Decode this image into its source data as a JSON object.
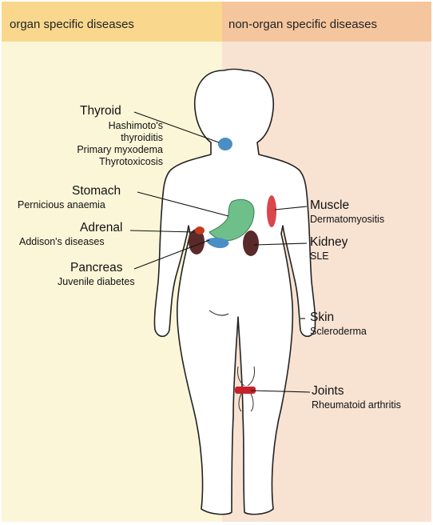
{
  "headers": {
    "left": "organ specific diseases",
    "right": "non-organ specific diseases"
  },
  "organs": {
    "thyroid": {
      "title": "Thyroid",
      "lines": [
        "Hashimoto's",
        "thyroiditis",
        "Primary myxodema",
        "Thyrotoxicosis"
      ]
    },
    "stomach": {
      "title": "Stomach",
      "lines": [
        "Pernicious anaemia"
      ]
    },
    "adrenal": {
      "title": "Adrenal",
      "lines": [
        "Addison's diseases"
      ]
    },
    "pancreas": {
      "title": "Pancreas",
      "lines": [
        "Juvenile diabetes"
      ]
    },
    "muscle": {
      "title": "Muscle",
      "lines": [
        "Dermatomyositis"
      ]
    },
    "kidney": {
      "title": "Kidney",
      "lines": [
        "SLE"
      ]
    },
    "skin": {
      "title": "Skin",
      "lines": [
        "Scleroderma"
      ]
    },
    "joints": {
      "title": "Joints",
      "lines": [
        "Rheumatoid arthritis"
      ]
    }
  },
  "colors": {
    "left_bg": "#fbf6d8",
    "right_bg": "#f8e3d3",
    "left_header": "#f9d88e",
    "right_header": "#f5c69e",
    "thyroid": "#4a8fc4",
    "stomach": "#6fbf8a",
    "kidney": "#5a2a2a",
    "adrenal": "#c43a1a",
    "muscle": "#d9474c",
    "joint": "#c8202a"
  }
}
